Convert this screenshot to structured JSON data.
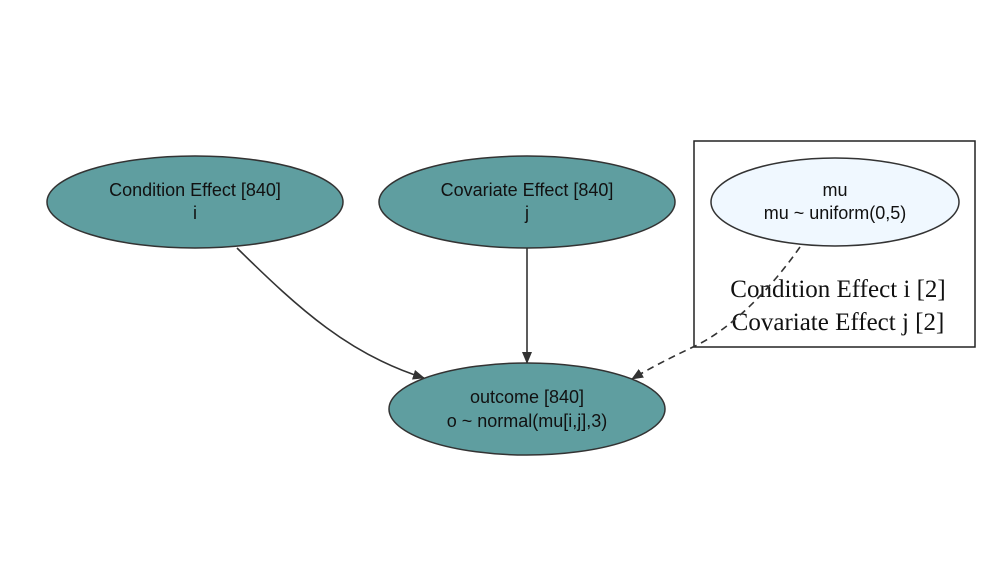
{
  "colors": {
    "teal_fill": "#5f9ea0",
    "light_fill": "#f0f8ff",
    "stroke": "#333333",
    "plate_stroke": "#222222"
  },
  "nodes": {
    "condition": {
      "line1": "Condition Effect [840]",
      "line2": "i"
    },
    "covariate": {
      "line1": "Covariate Effect [840]",
      "line2": "j"
    },
    "outcome": {
      "line1": "outcome [840]",
      "line2": "o ~ normal(mu[i,j],3)"
    },
    "mu": {
      "line1": "mu",
      "line2": "mu ~ uniform(0,5)"
    }
  },
  "plate": {
    "label1": "Condition Effect i [2]",
    "label2": "Covariate Effect j [2]"
  }
}
